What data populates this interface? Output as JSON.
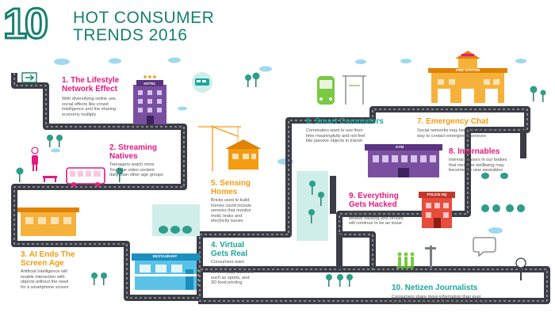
{
  "header": {
    "number": "10",
    "title_line1": "HOT CONSUMER",
    "title_line2": "TRENDS 2016"
  },
  "trends": [
    {
      "heading": "1. The Lifestyle\nNetwork Effect",
      "body": "With diversifying online use,\nsocial effects like crowd\nintelligence and the sharing\neconomy multiply",
      "color": "#e6197f"
    },
    {
      "heading": "2. Streaming\nNatives",
      "body": "Teenagers watch more\nYouTube video content\ndaily than other age groups",
      "color": "#e6197f"
    },
    {
      "heading": "3. AI Ends The\nScreen Age",
      "body": "Artificial Intelligence will\nenable interaction with\nobjects without the need\nfor a smartphone screen",
      "color": "#f39c12"
    },
    {
      "heading": "4. Virtual\nGets Real",
      "body": "Consumers want\nvirtual technology\nfor everyday activities\nsuch as sports, and\n3D food printing",
      "color": "#1aa89a"
    },
    {
      "heading": "5. Sensing\nHomes",
      "body": "Bricks used to build\nhomes could include\nsensors that monitor\nmold, leaks and\nelectricity issues",
      "color": "#f39c12"
    },
    {
      "heading": "6. Smart Commuters",
      "body": "Commuters want to use their\ntime meaningfully and not feel\nlike passive objects in transit",
      "color": "#1aa89a"
    },
    {
      "heading": "7. Emergency Chat",
      "body": "Social networks may become the preferred\nway to contact emergency services",
      "color": "#f39c12"
    },
    {
      "heading": "8. Internables",
      "body": "Internal sensors in our bodies\nthat measure wellbeing may\nbecome the new wearables",
      "color": "#e6197f"
    },
    {
      "heading": "9. Everything\nGets Hacked",
      "body": "Most smartphone users\nbelieve hacking and viruses\nwill continue to be an issue",
      "color": "#e6197f"
    },
    {
      "heading": "10. Netizen Journalists",
      "body": "Consumers share more information than ever\nand believe it increases their influence on society",
      "color": "#1aa89a"
    }
  ],
  "signs": {
    "hotel": "HOTEL",
    "restaurant": "RESTAURANT",
    "fire_station": "FIRE STATION",
    "gym": "GYM",
    "police": "POLICE HQ"
  },
  "colors": {
    "brand_teal": "#17806f",
    "pink": "#e6197f",
    "orange": "#f39c12",
    "teal": "#1aa89a",
    "road": "#3a3d45",
    "road_dash": "#ffffff"
  }
}
